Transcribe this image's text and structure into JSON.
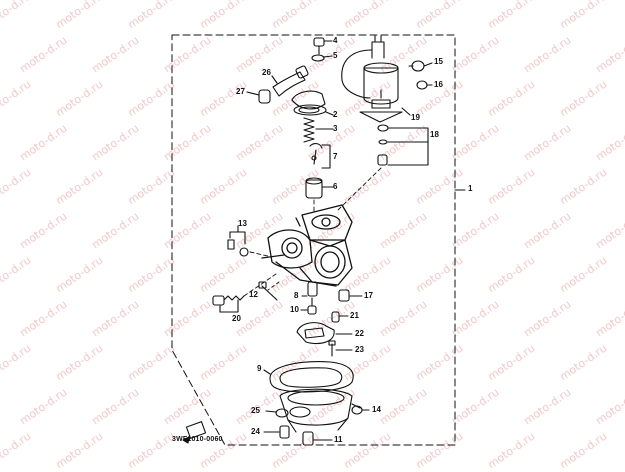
{
  "watermark": "moto-d.ru",
  "diagram_code": "3WF1010-0060",
  "assembly_ref": "1",
  "callouts": [
    "2",
    "3",
    "4",
    "5",
    "6",
    "7",
    "8",
    "9",
    "10",
    "11",
    "12",
    "13",
    "14",
    "15",
    "16",
    "17",
    "18",
    "19",
    "20",
    "21",
    "22",
    "23",
    "24",
    "25",
    "26",
    "27"
  ]
}
